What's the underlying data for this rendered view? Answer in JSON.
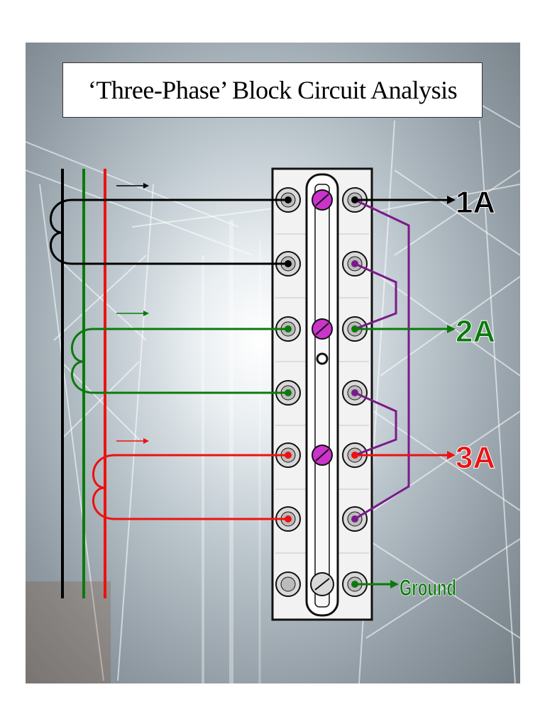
{
  "title": "‘Three-Phase’ Block Circuit Analysis",
  "outputs": {
    "phase1": "1A",
    "phase2": "2A",
    "phase3": "3A",
    "ground": "Ground"
  },
  "colors": {
    "phase1": "#000000",
    "phase2": "#0b7a0b",
    "phase3": "#ee1111",
    "jumper": "#7a1a8a",
    "link_screw": "#cc33cc",
    "terminal_block": "#eaeaea"
  }
}
